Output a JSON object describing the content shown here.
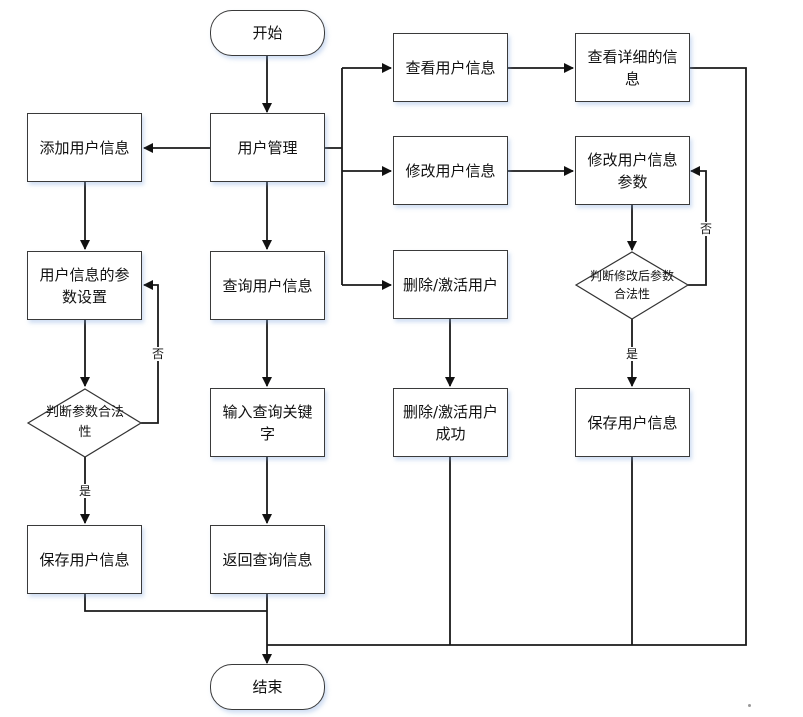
{
  "diagram": {
    "type": "flowchart",
    "colors": {
      "stroke": "#1a1a1a",
      "fill": "#ffffff",
      "shadow": "#a8c4ec"
    },
    "nodes": {
      "start": "开始",
      "user_mgmt": "用户管理",
      "add_user": "添加用户信息",
      "param_setting": "用户信息的参数设置",
      "judge_param": "判断参数合法性",
      "save_left": "保存用户信息",
      "query_user": "查询用户信息",
      "input_keyword": "输入查询关键字",
      "return_query": "返回查询信息",
      "view_user": "查看用户信息",
      "view_detail": "查看详细的信息",
      "modify_user": "修改用户信息",
      "modify_params": "修改用户信息参数",
      "judge_modified": "判断修改后参数合法性",
      "save_right": "保存用户信息",
      "delete_activate": "删除/激活用户",
      "delete_success": "删除/激活用户成功",
      "end": "结束"
    },
    "edge_labels": {
      "left_no": "否",
      "left_yes": "是",
      "right_no": "否",
      "right_yes": "是"
    }
  }
}
